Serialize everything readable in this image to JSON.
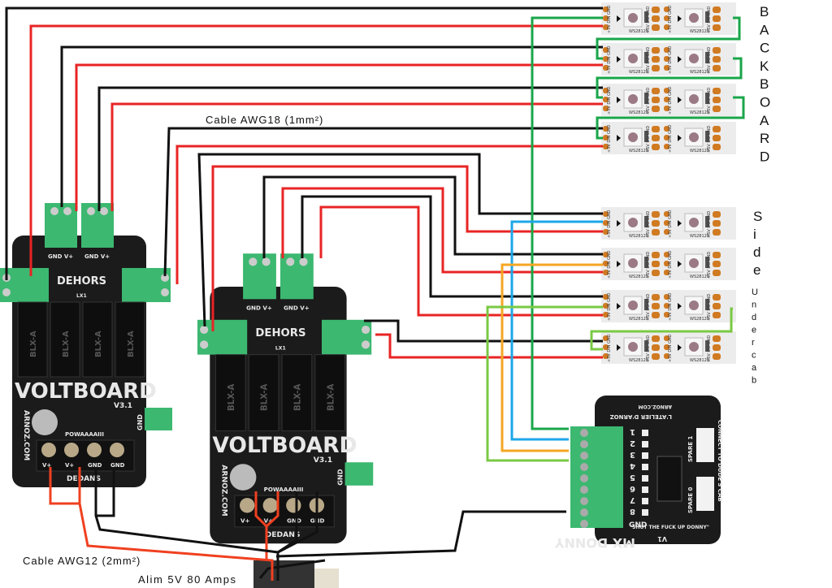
{
  "colors": {
    "gnd_wire": "#111111",
    "power_wire": "#e82424",
    "data_backboard": "#1aa64a",
    "data_side1": "#1ea7e8",
    "data_side2": "#f5a623",
    "data_side3": "#7ac943",
    "main_power": "#f04020",
    "pcb": "#1b1b1b",
    "terminal": "#3cb870",
    "strip": "#ececec",
    "pad": "#d07a22"
  },
  "labels": {
    "backboard": [
      "B",
      "A",
      "C",
      "K",
      "B",
      "O",
      "A",
      "R",
      "D"
    ],
    "side": [
      "S",
      "i",
      "d",
      "e"
    ],
    "undercab": [
      "U",
      "n",
      "d",
      "e",
      "r",
      "c",
      "a",
      "b"
    ],
    "cable_awg18": "Cable AWG18 (1mm²)",
    "cable_awg12": "Cable AWG12 (2mm²)",
    "psu": "Alim 5V 80 Amps"
  },
  "strip": {
    "pads": [
      "GND",
      "DIN",
      "+5V"
    ],
    "pads_out": [
      "GND",
      "DO",
      "+5V"
    ],
    "chip": "WS2812B",
    "cap": "C1"
  },
  "voltboard": {
    "name": "VOLTBOARD",
    "version": "V3.1",
    "site": "ARNOZ.COM",
    "led": "POWAAAAIII",
    "top_side": "DEHORS",
    "bottom_side": "DEDANS",
    "relay": "BLX-A",
    "terminals": [
      "V+",
      "V+",
      "GND",
      "GND"
    ],
    "conn_pins": [
      "V+",
      "GND"
    ],
    "gnd": "GND",
    "fuse": "LX1"
  },
  "mxdonny": {
    "name": "MX DONNY",
    "version": "V1",
    "maker": "L'ATELIER D'ARNOZ",
    "site": "ARNOZ.COM",
    "pins": [
      "1",
      "2",
      "3",
      "4",
      "5",
      "6",
      "7",
      "8",
      "GND"
    ],
    "spare1": "SPARE 1",
    "spare0": "SPARE 0",
    "connect": "CONNECT TO DUDE'S CAB",
    "motto": "\"SHUT THE FUCK UP DONNY\""
  }
}
